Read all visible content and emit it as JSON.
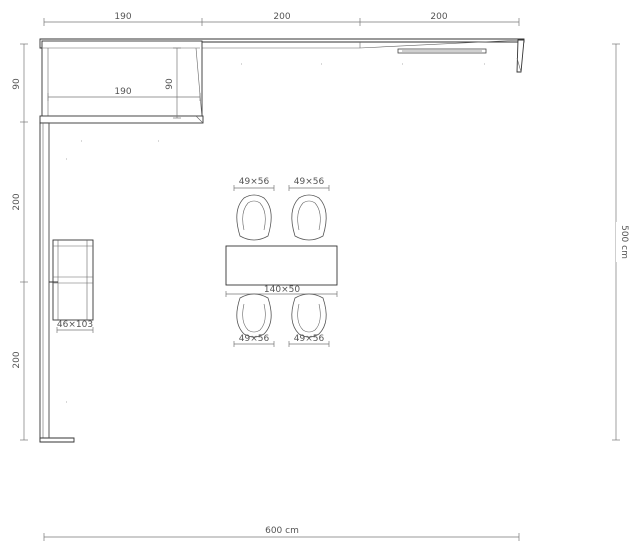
{
  "top_dimensions": [
    "190",
    "200",
    "200"
  ],
  "left_dimensions": [
    "90",
    "200",
    "200"
  ],
  "overall_width": "600 cm",
  "overall_depth": "500 cm",
  "upper_cabinet": {
    "width": "190",
    "depth": "90"
  },
  "appliance_label": "46×103",
  "table_label": "140×50",
  "chair_labels": [
    "49×56",
    "49×56",
    "49×56",
    "49×56"
  ]
}
